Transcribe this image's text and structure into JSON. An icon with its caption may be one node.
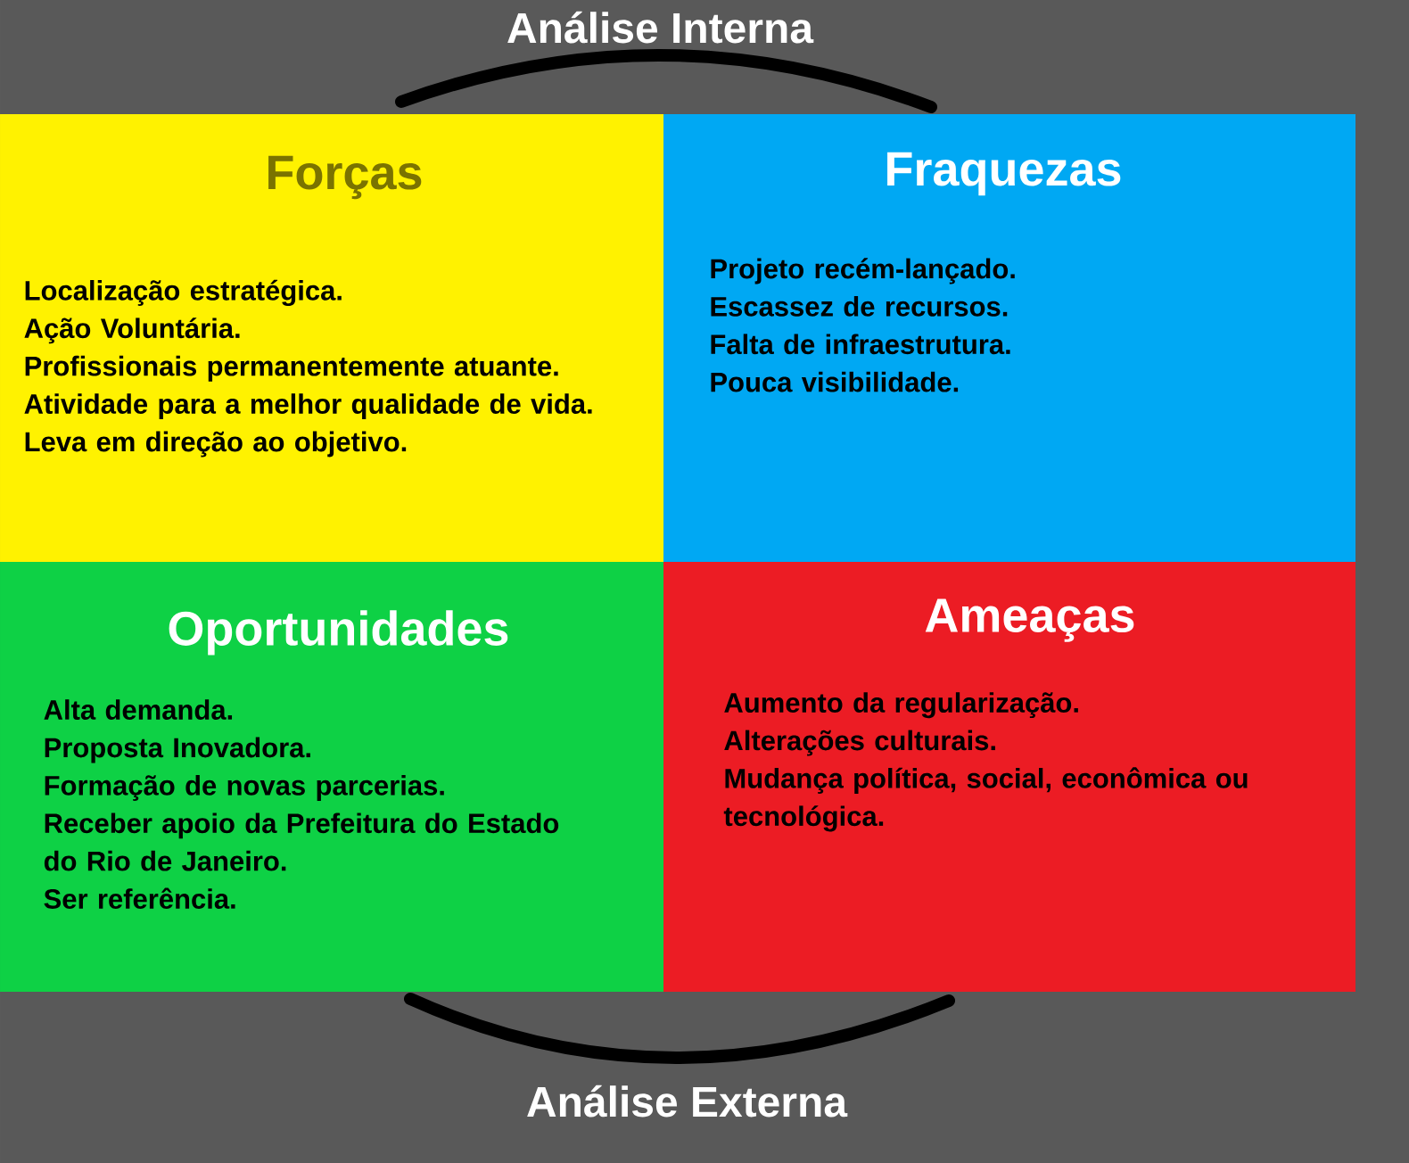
{
  "diagram": {
    "nodes": [
      {
        "text": [
          "Forças",
          "Localização estratégica.",
          "Ação Voluntária.",
          "Profissionais permanentemente atuante.",
          "Atividade para a melhor qualidade de vida.",
          "Leva em direção ao objetivo."
        ]
      },
      {
        "text": [
          "Fraquezas",
          "Projeto recém-lançado.",
          "Escassez de recursos.",
          "Falta de infraestrutura.",
          "Pouca visibilidade."
        ]
      },
      {
        "text": [
          "Oportunidades",
          "Alta demanda.",
          "Proposta Inovadora.",
          "Formação de novas parcerias.",
          "Receber apoio da Prefeitura do Estado do Rio de Janeiro.",
          "Ser referência."
        ]
      },
      {
        "text": [
          "Ameaças",
          "Aumento da regularização.",
          "Alterações culturais.",
          "Mudança política, social, econômica ou tecnológica."
        ]
      }
    ],
    "labels": [
      "Análise Interna",
      "Análise Externa"
    ]
  }
}
